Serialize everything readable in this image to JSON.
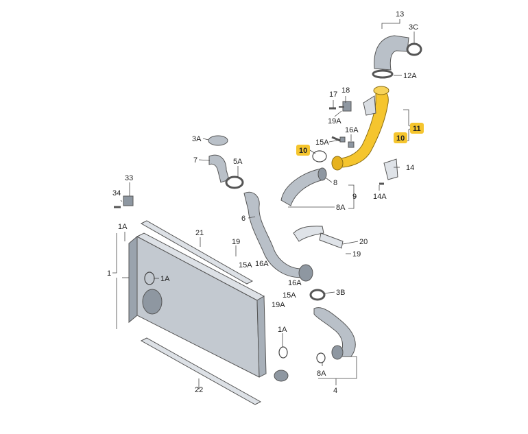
{
  "diagram": {
    "highlight_color": "#f5c52e",
    "part_color": "#b9c0c8",
    "labels": {
      "n13": "13",
      "n3C": "3C",
      "n12A": "12A",
      "n17": "17",
      "n18": "18",
      "n19A_top": "19A",
      "n16A_top": "16A",
      "n15A_top": "15A",
      "n10_left": "10",
      "n11": "11",
      "n10_right": "10",
      "n14": "14",
      "n14A": "14A",
      "n3A": "3A",
      "n7": "7",
      "n5A": "5A",
      "n33": "33",
      "n34": "34",
      "n8": "8",
      "n9": "9",
      "n8A_mid": "8A",
      "n6": "6",
      "n1A_top": "1A",
      "n21": "21",
      "n20": "20",
      "n19_left": "19",
      "n19_right": "19",
      "n15A_mid": "15A",
      "n16A_mid": "16A",
      "n1": "1",
      "n1A_mid": "1A",
      "n16A_low": "16A",
      "n15A_low": "15A",
      "n19A_low": "19A",
      "n3B": "3B",
      "n1A_low": "1A",
      "n8A_low": "8A",
      "n4": "4",
      "n22": "22"
    }
  }
}
